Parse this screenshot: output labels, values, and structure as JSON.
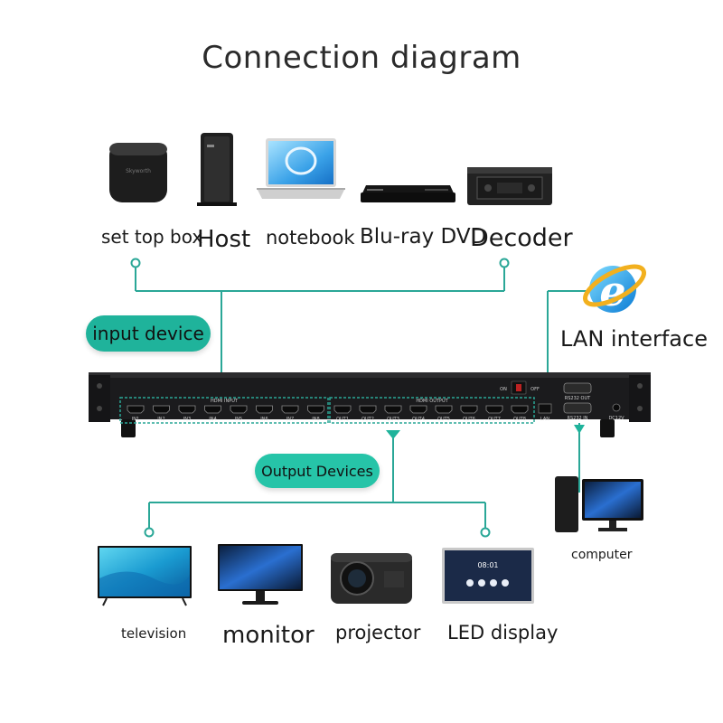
{
  "title": "Connection diagram",
  "inputs": {
    "badge": "input device",
    "devices": [
      {
        "label": "set top box",
        "icon": "set-top-box-icon"
      },
      {
        "label": "Host",
        "icon": "desktop-host-icon"
      },
      {
        "label": "notebook",
        "icon": "laptop-icon"
      },
      {
        "label": "Blu-ray DVD",
        "icon": "bluray-player-icon"
      },
      {
        "label": "Decoder",
        "icon": "decoder-icon"
      }
    ]
  },
  "lan": {
    "label": "LAN interface",
    "icon": "internet-explorer-icon"
  },
  "outputs": {
    "badge": "Output Devices",
    "devices": [
      {
        "label": "television",
        "icon": "television-icon"
      },
      {
        "label": "monitor",
        "icon": "monitor-icon"
      },
      {
        "label": "projector",
        "icon": "projector-icon"
      },
      {
        "label": "LED display",
        "icon": "led-display-icon"
      }
    ]
  },
  "computer": {
    "label": "computer",
    "icon": "computer-icon"
  },
  "matrix": {
    "input_header": "HDMI INPUT",
    "output_header": "HDMI OUTPUT",
    "input_ports": [
      "IN1",
      "IN2",
      "IN3",
      "IN4",
      "IN5",
      "IN6",
      "IN7",
      "IN8"
    ],
    "output_ports": [
      "OUT1",
      "OUT2",
      "OUT3",
      "OUT4",
      "OUT5",
      "OUT6",
      "OUT7",
      "OUT8"
    ],
    "switch_on": "ON",
    "switch_off": "OFF",
    "lan_port": "LAN",
    "rs232_out": "RS232 OUT",
    "rs232_in": "RS232 IN",
    "power": "DC12V"
  },
  "colors": {
    "accent": "#1fb39b",
    "line": "#2aa797",
    "chassis": "#1c1c1e"
  }
}
